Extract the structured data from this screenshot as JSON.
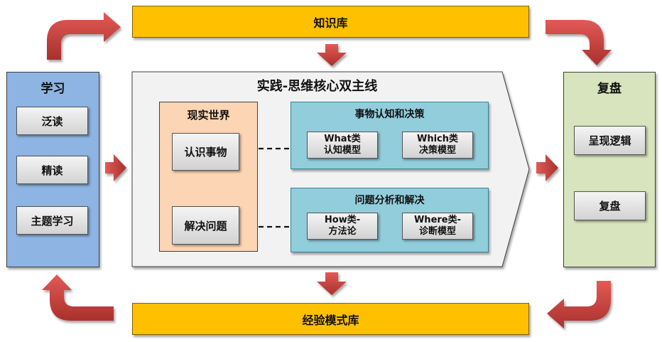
{
  "knowledge_base": "知识库",
  "experience_base": "经验模式库",
  "learning": {
    "title": "学习",
    "items": [
      "泛读",
      "精读",
      "主题学习"
    ]
  },
  "center": {
    "title": "实践-思维核心双主线",
    "real_world": {
      "title": "现实世界",
      "items": [
        "认识事物",
        "解决问题"
      ]
    },
    "cognition": {
      "title": "事物认知和决策",
      "left": [
        "What类",
        "认知模型"
      ],
      "right": [
        "Which类",
        "决策模型"
      ]
    },
    "problem": {
      "title": "问题分析和解决",
      "left": [
        "How类-",
        "方法论"
      ],
      "right": [
        "Where类-",
        "诊断模型"
      ]
    }
  },
  "review": {
    "title": "复盘",
    "items": [
      "呈现逻辑",
      "复盘"
    ]
  },
  "colors": {
    "bar": "#ffc000",
    "learning_panel": "#8db4e2",
    "review_panel": "#d7e4bd",
    "real_world_panel": "#fcd5b5",
    "cyan_box": "#92cddc",
    "arrow_red": "#c0504d"
  }
}
